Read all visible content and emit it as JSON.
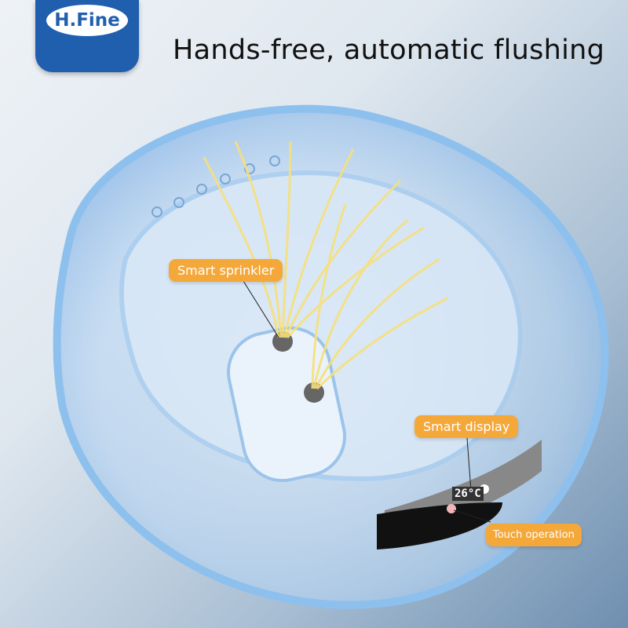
{
  "brand": {
    "logo_text": "H.Fine"
  },
  "headline": "Hands-free, automatic flushing",
  "callouts": {
    "sprinkler": "Smart sprinkler",
    "display": "Smart display",
    "touch": "Touch operation"
  },
  "display_reading": "26°C",
  "colors": {
    "brand": "#1f5fae",
    "callout": "#f5a83a",
    "spray": "#f7e07a"
  }
}
